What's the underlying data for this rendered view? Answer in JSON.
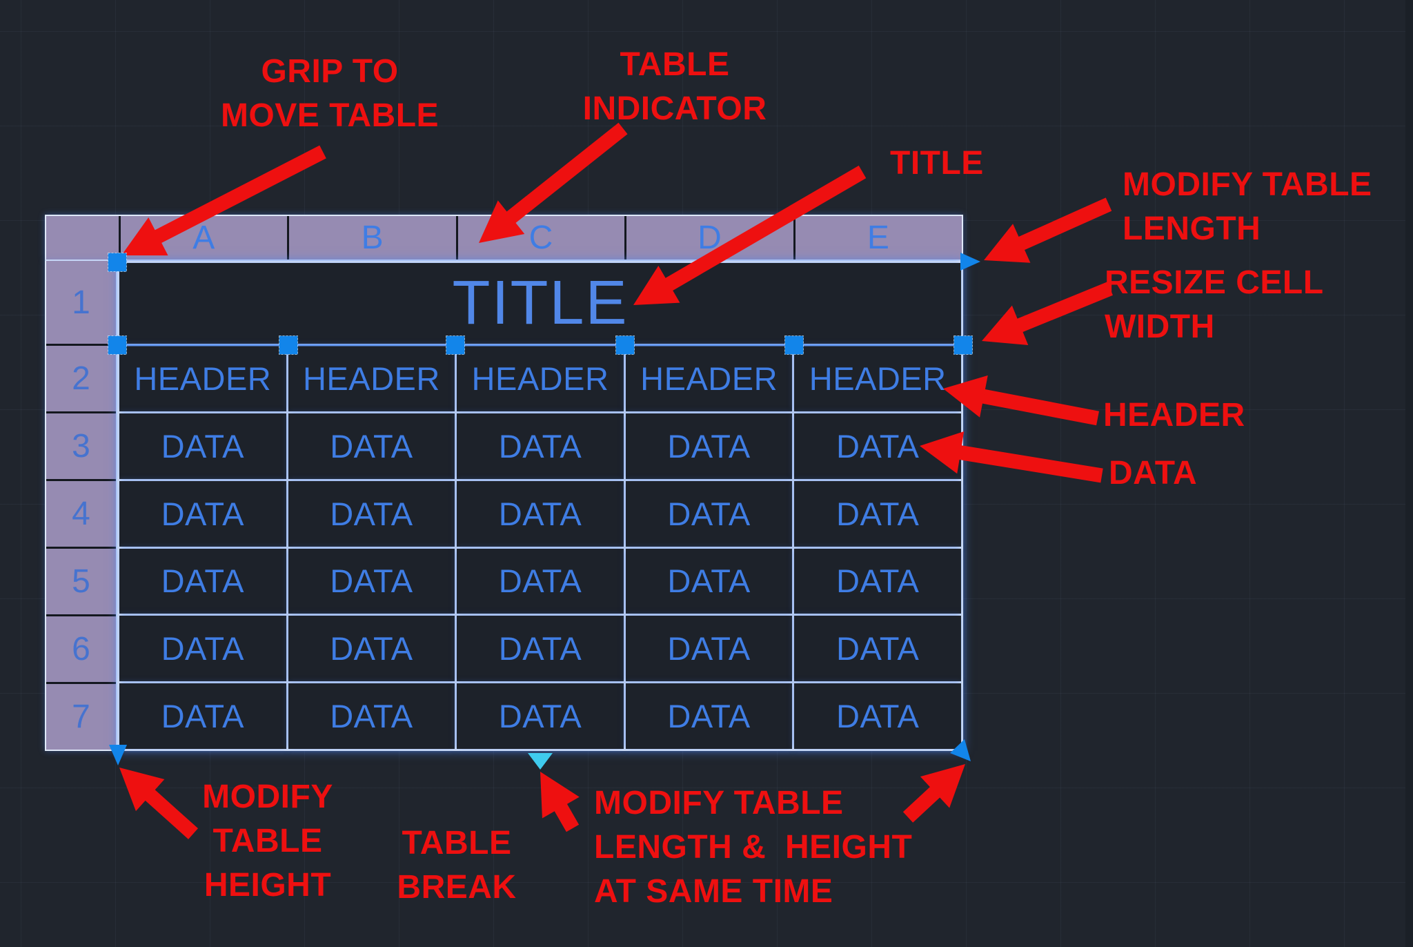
{
  "table": {
    "column_letters": [
      "A",
      "B",
      "C",
      "D",
      "E"
    ],
    "row_numbers": [
      "1",
      "2",
      "3",
      "4",
      "5",
      "6",
      "7"
    ],
    "title": "TITLE",
    "header_row": [
      "HEADER",
      "HEADER",
      "HEADER",
      "HEADER",
      "HEADER"
    ],
    "data_rows": [
      [
        "DATA",
        "DATA",
        "DATA",
        "DATA",
        "DATA"
      ],
      [
        "DATA",
        "DATA",
        "DATA",
        "DATA",
        "DATA"
      ],
      [
        "DATA",
        "DATA",
        "DATA",
        "DATA",
        "DATA"
      ],
      [
        "DATA",
        "DATA",
        "DATA",
        "DATA",
        "DATA"
      ],
      [
        "DATA",
        "DATA",
        "DATA",
        "DATA",
        "DATA"
      ]
    ]
  },
  "labels": {
    "grip_move": "GRIP TO\nMOVE TABLE",
    "table_indicator": "TABLE\nINDICATOR",
    "title_pointer": "TITLE",
    "modify_length": "MODIFY TABLE\nLENGTH",
    "resize_width": "RESIZE CELL\nWIDTH",
    "header_pointer": "HEADER",
    "data_pointer": "DATA",
    "modify_height": "MODIFY\nTABLE\nHEIGHT",
    "table_break": "TABLE\nBREAK",
    "modify_both": "MODIFY TABLE\nLENGTH &  HEIGHT\nAT SAME TIME"
  },
  "colors": {
    "background": "#20252d",
    "cell_background": "#1d222a",
    "header_band_lavender": "#968bb2",
    "table_line": "#dfe8f8",
    "cell_text_blue": "#3f7de4",
    "row_number_blue": "#4673cf",
    "title_text_blue": "#5187e8",
    "grip_blue": "#1285ea",
    "table_break_cyan": "#3fcbee",
    "annotation_red": "#ee1010"
  }
}
